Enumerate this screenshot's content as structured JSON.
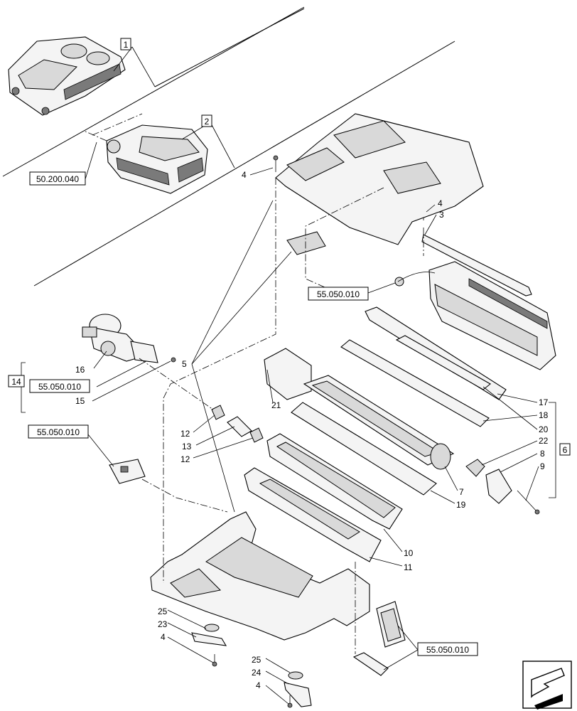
{
  "callouts": {
    "c1": "1",
    "c2": "2",
    "c3": "3",
    "c4a": "4",
    "c4b": "4",
    "c4c": "4",
    "c4d": "4",
    "c5": "5",
    "c6": "6",
    "c7": "7",
    "c8": "8",
    "c9": "9",
    "c10": "10",
    "c11": "11",
    "c12a": "12",
    "c12b": "12",
    "c13": "13",
    "c14": "14",
    "c15": "15",
    "c16": "16",
    "c17": "17",
    "c18": "18",
    "c19": "19",
    "c20": "20",
    "c21": "21",
    "c22": "22",
    "c23": "23",
    "c24": "24",
    "c25a": "25",
    "c25b": "25"
  },
  "references": {
    "ref_50_200_040": "50.200.040",
    "ref_55_050_010_top": "55.050.010",
    "ref_55_050_010_mid": "55.050.010",
    "ref_55_050_010_left": "55.050.010",
    "ref_55_050_010_bottom": "55.050.010"
  },
  "icons": {
    "corner_arrow": "previous-page-arrow-icon"
  }
}
